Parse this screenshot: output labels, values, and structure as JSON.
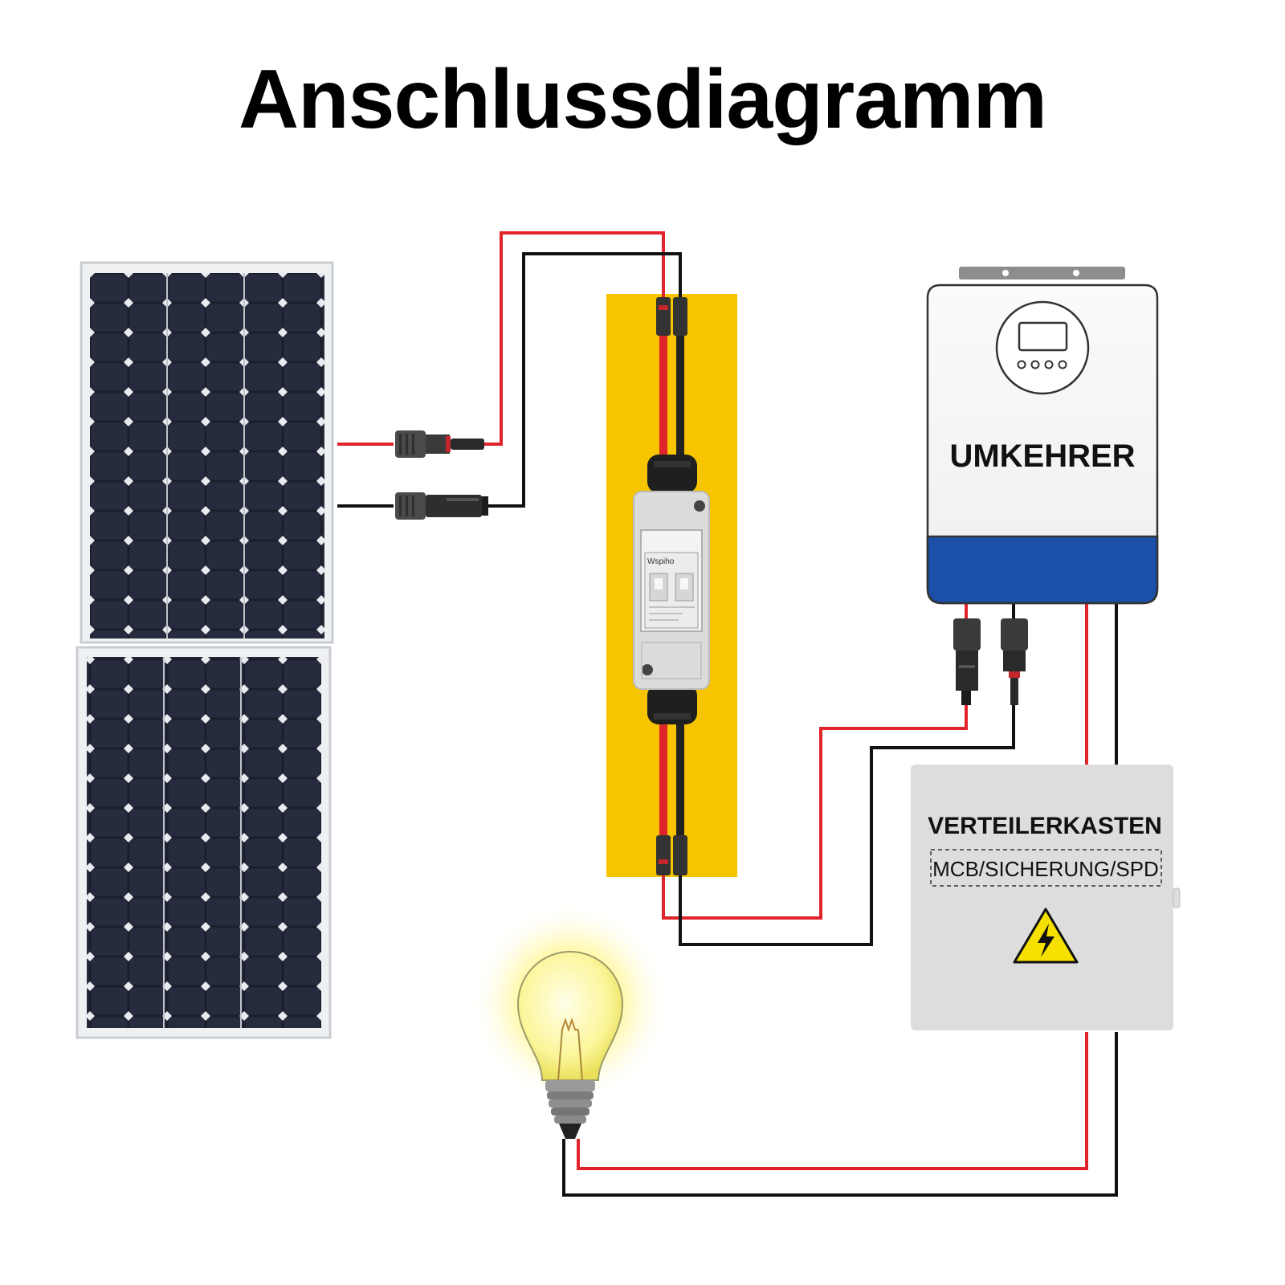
{
  "title": "Anschlussdiagramm",
  "inverter": {
    "label": "UMKEHRER"
  },
  "distribution_box": {
    "label": "VERTEILERKASTEN",
    "sublabel": "MCB/SICHERUNG/SPD"
  },
  "breaker": {
    "brand": "Wspiho"
  },
  "colors": {
    "positive_wire": "#e0242b",
    "negative_wire": "#111111",
    "highlight": "#f6c500",
    "inverter_band": "#1b4fa8",
    "box": "#dddddd"
  },
  "icons": [
    "solar-panel-icon",
    "mc4-connector-icon",
    "dc-breaker-icon",
    "inverter-icon",
    "warning-triangle-icon",
    "light-bulb-icon"
  ]
}
